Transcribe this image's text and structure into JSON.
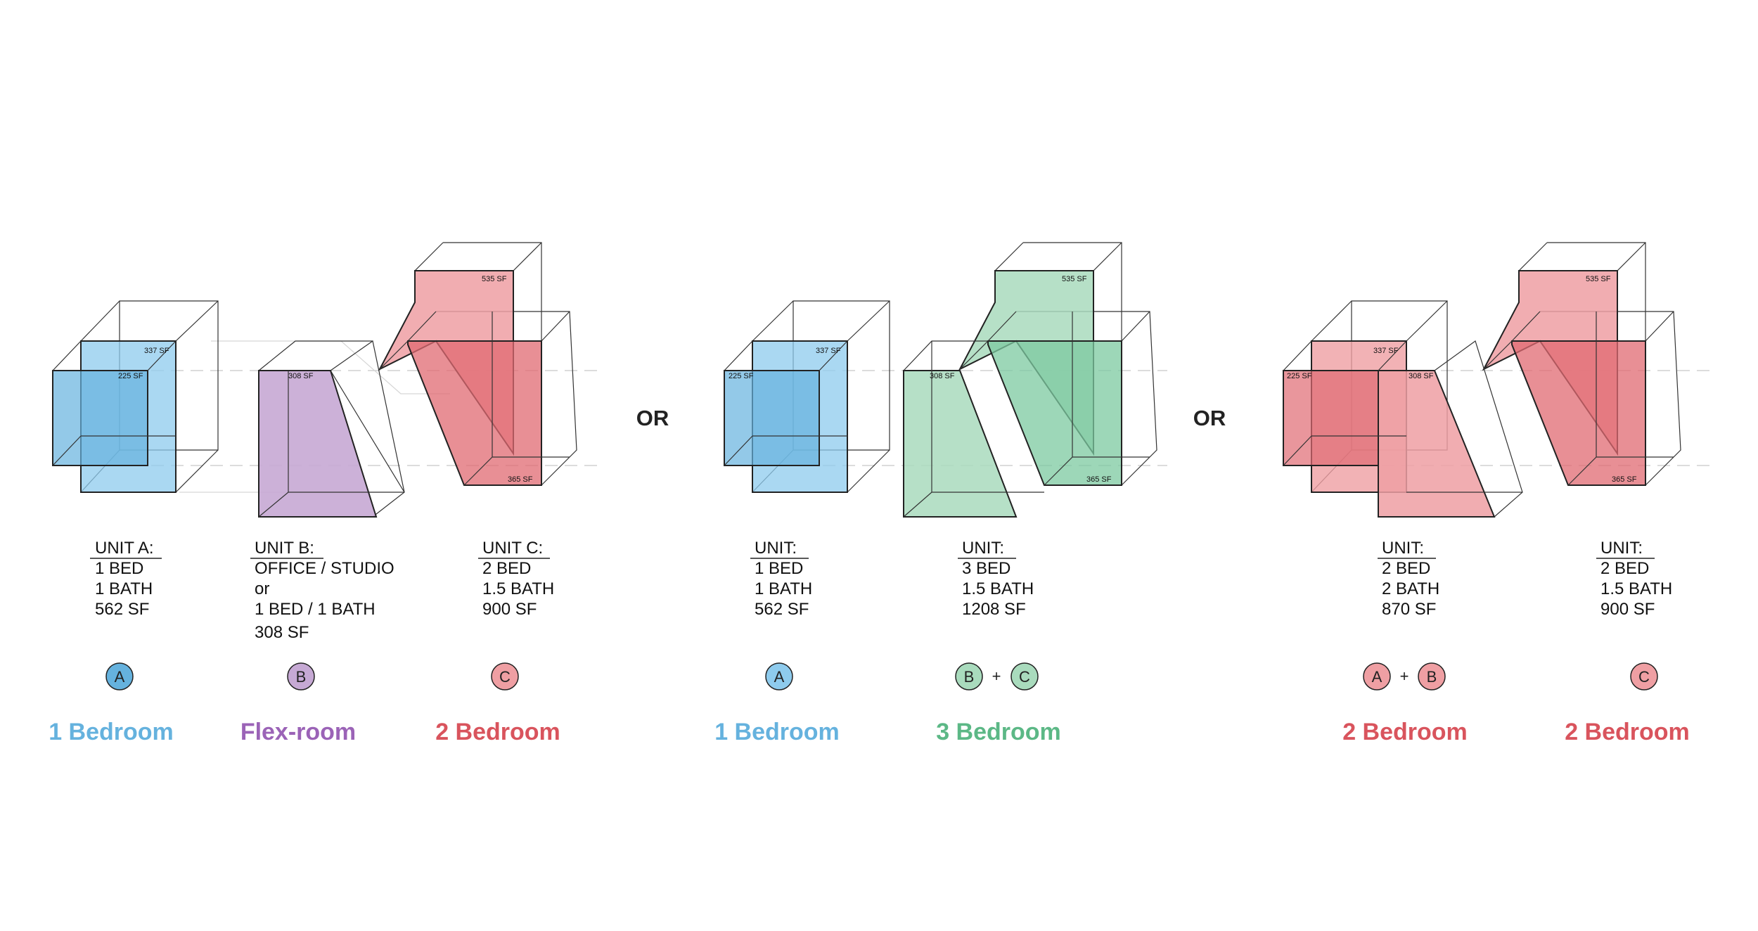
{
  "colors": {
    "blue": "#65b2de",
    "blue_face": "#8ecbed",
    "purple": "#9b63b7",
    "purple_face": "#c6a9d4",
    "red": "#d9545d",
    "red_face": "#ef9fa3",
    "green": "#5cb886",
    "green_face": "#a9dbbd"
  },
  "separators": [
    "OR",
    "OR"
  ],
  "groups": [
    {
      "units": [
        {
          "heading": "UNIT A:",
          "lines": [
            "1 BED",
            "1 BATH",
            "562 SF"
          ],
          "areas": [
            "337 SF",
            "225 SF"
          ],
          "badges": [
            "A"
          ],
          "category": "1 Bedroom",
          "color": "blue"
        },
        {
          "heading": "UNIT B:",
          "lines": [
            "OFFICE / STUDIO",
            "or",
            "1 BED / 1 BATH",
            "308 SF"
          ],
          "areas": [
            "308 SF"
          ],
          "badges": [
            "B"
          ],
          "category": "Flex-room",
          "color": "purple"
        },
        {
          "heading": "UNIT C:",
          "lines": [
            "2 BED",
            "1.5 BATH",
            "900 SF"
          ],
          "areas": [
            "535 SF",
            "365 SF"
          ],
          "badges": [
            "C"
          ],
          "category": "2 Bedroom",
          "color": "red"
        }
      ]
    },
    {
      "units": [
        {
          "heading": "UNIT:",
          "lines": [
            "1 BED",
            "1 BATH",
            "562 SF"
          ],
          "areas": [
            "337 SF",
            "225 SF"
          ],
          "badges": [
            "A"
          ],
          "category": "1 Bedroom",
          "color": "blue"
        },
        {
          "heading": "UNIT:",
          "lines": [
            "3 BED",
            "1.5 BATH",
            "1208 SF"
          ],
          "areas": [
            "535 SF",
            "308 SF",
            "365 SF"
          ],
          "badges": [
            "B",
            "C"
          ],
          "plus": "+",
          "category": "3 Bedroom",
          "color": "green"
        }
      ]
    },
    {
      "units": [
        {
          "heading": "UNIT:",
          "lines": [
            "2 BED",
            "2 BATH",
            "870 SF"
          ],
          "areas": [
            "337 SF",
            "225 SF",
            "308 SF"
          ],
          "badges": [
            "A",
            "B"
          ],
          "plus": "+",
          "category": "2 Bedroom",
          "color": "red"
        },
        {
          "heading": "UNIT:",
          "lines": [
            "2 BED",
            "1.5 BATH",
            "900 SF"
          ],
          "areas": [
            "535 SF",
            "365 SF"
          ],
          "badges": [
            "C"
          ],
          "category": "2 Bedroom",
          "color": "red"
        }
      ]
    }
  ]
}
